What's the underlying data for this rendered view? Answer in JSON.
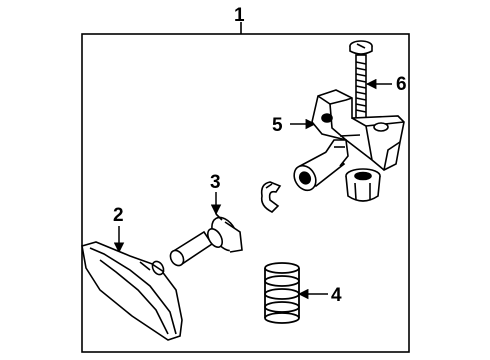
{
  "callouts": {
    "assembly": "1",
    "lens_housing": "2",
    "bulb_socket": "3",
    "spring": "4",
    "bracket": "5",
    "adjuster_screw": "6"
  }
}
